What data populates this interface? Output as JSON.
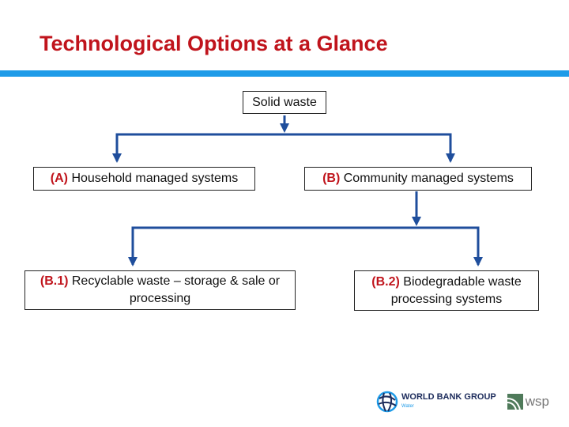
{
  "title": "Technological Options at a Glance",
  "root": {
    "label": "Solid waste"
  },
  "level1": [
    {
      "tag": "(A)",
      "label": "Household managed systems"
    },
    {
      "tag": "(B)",
      "label": "Community managed systems"
    }
  ],
  "level2": [
    {
      "tag": "(B.1)",
      "label": "Recyclable waste – storage & sale or processing"
    },
    {
      "tag": "(B.2)",
      "label": "Biodegradable waste processing systems"
    }
  ],
  "logos": {
    "wbg": "WORLD BANK GROUP",
    "wbg_sub": "Water",
    "wsp": "wsp"
  },
  "colors": {
    "title": "#c0141c",
    "accent_bar": "#1e9be8",
    "connector": "#1f4e9c"
  }
}
